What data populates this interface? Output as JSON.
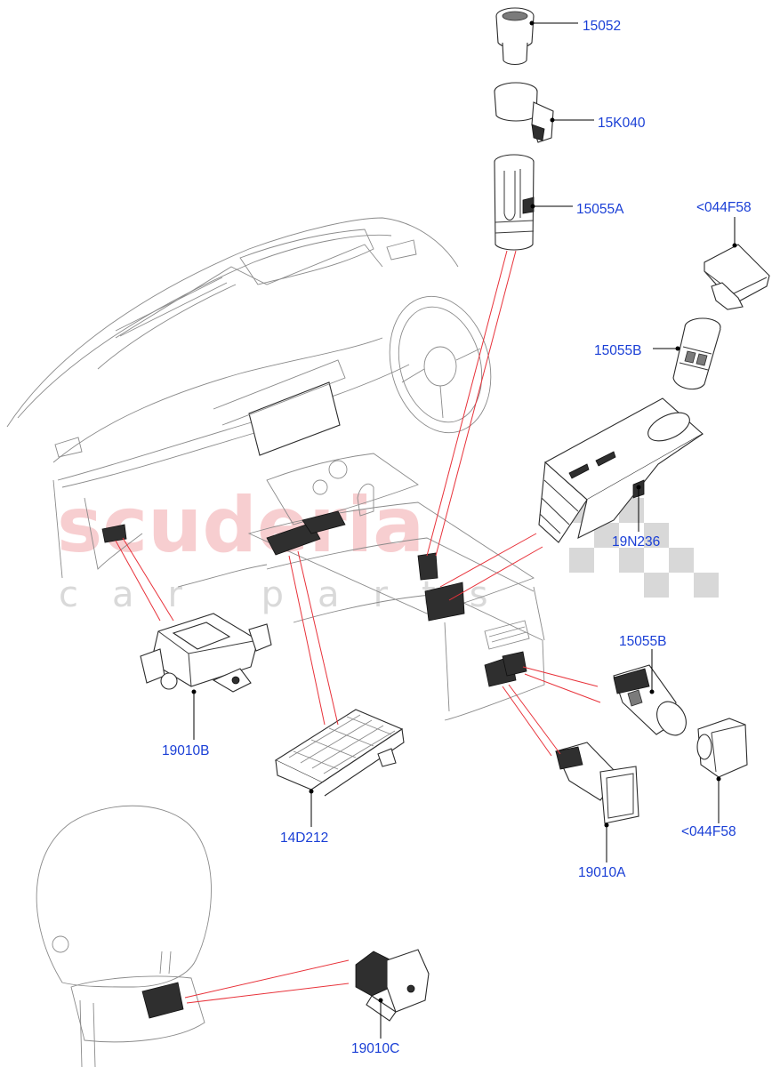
{
  "watermark": {
    "main": "scuderia",
    "sub": "car parts"
  },
  "colors": {
    "callout_text": "#1a3fd6",
    "leader_line": "#000000",
    "reference_line": "#e8323a",
    "watermark": "#f2a7ab"
  },
  "callouts": [
    {
      "id": "c1",
      "label": "15052"
    },
    {
      "id": "c2",
      "label": "15K040"
    },
    {
      "id": "c3",
      "label": "15055A"
    },
    {
      "id": "c4",
      "label": "<044F58"
    },
    {
      "id": "c5",
      "label": "15055B"
    },
    {
      "id": "c6",
      "label": "19N236"
    },
    {
      "id": "c7",
      "label": "15055B"
    },
    {
      "id": "c8",
      "label": "19010B"
    },
    {
      "id": "c9",
      "label": "14D212"
    },
    {
      "id": "c10",
      "label": "<044F58"
    },
    {
      "id": "c11",
      "label": "19010A"
    },
    {
      "id": "c12",
      "label": "19010C"
    }
  ]
}
